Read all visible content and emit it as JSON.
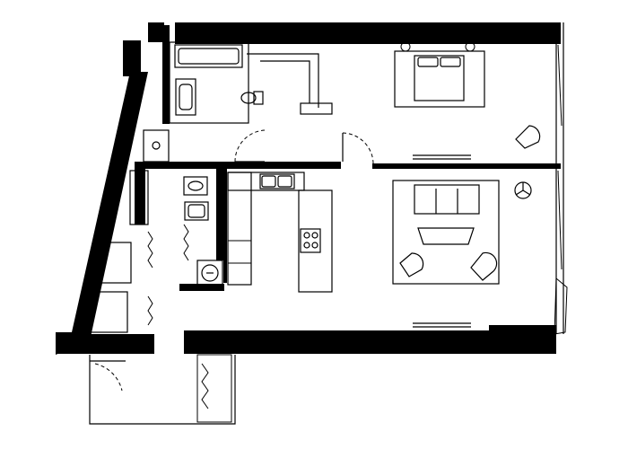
{
  "plan": {
    "wall_color": "#000000",
    "fill_color": "#ffffff",
    "line_color": "#000000",
    "rooms": [
      "bathroom",
      "wc",
      "laundry",
      "bedroom",
      "kitchen",
      "living-room",
      "entry"
    ],
    "fixtures": [
      "bathtub",
      "washbasin",
      "toilet",
      "bidet",
      "shower",
      "kitchen-sink",
      "cooktop",
      "washing-machine",
      "double-bed",
      "sofa",
      "coffee-table",
      "armchair",
      "ceiling-fan",
      "wardrobe",
      "door-swing",
      "window"
    ]
  }
}
